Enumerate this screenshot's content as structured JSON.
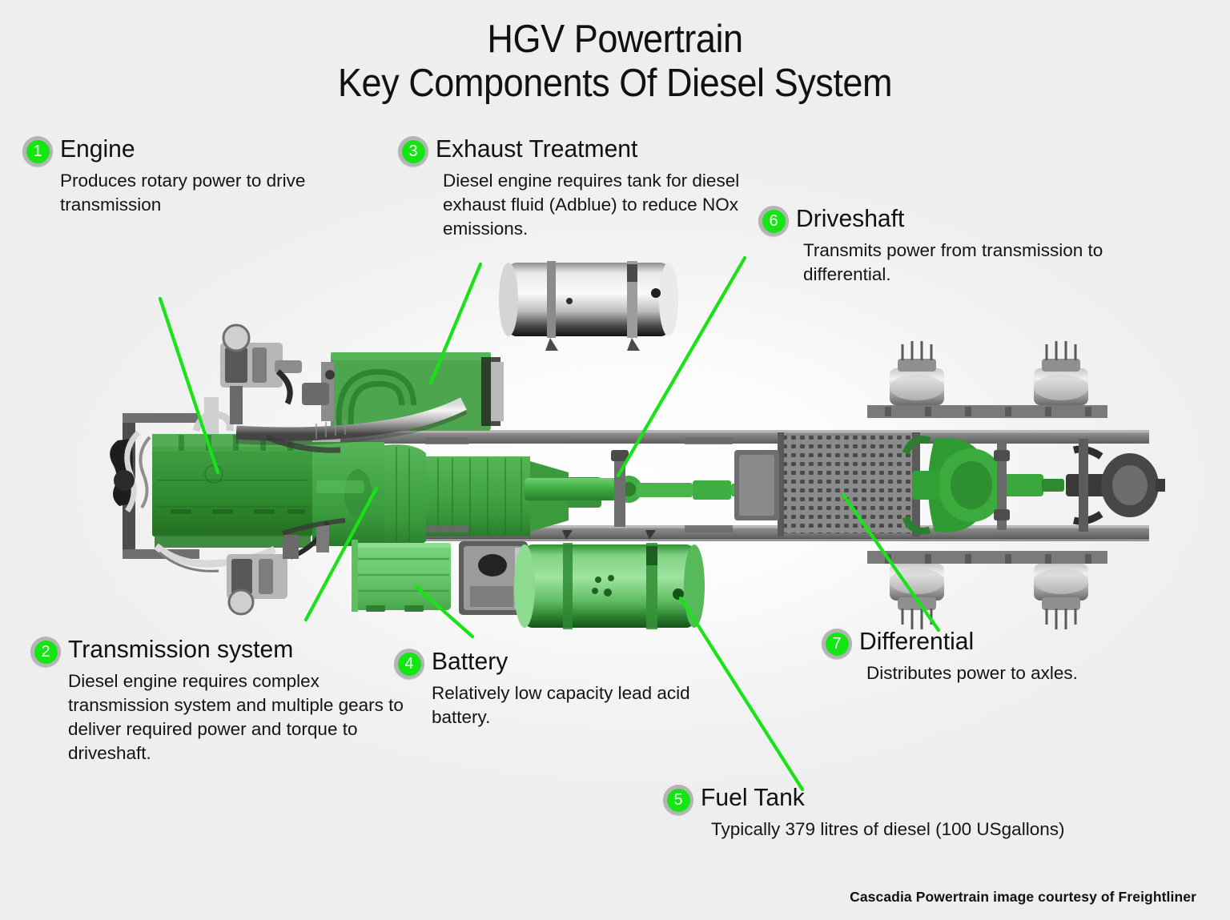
{
  "title": {
    "line1": "HGV Powertrain",
    "line2": "Key Components Of  Diesel System"
  },
  "colors": {
    "badge_green": "#14e614",
    "badge_ring": "#b4b4b4",
    "leader_green": "#19e219",
    "part_green_dark": "#2e8b2e",
    "part_green_light": "#6fcf6f",
    "background": "#f0f0f0",
    "text": "#111111"
  },
  "callouts": [
    {
      "number": "1",
      "title": "Engine",
      "description": "Produces rotary power to drive transmission"
    },
    {
      "number": "2",
      "title": "Transmission system",
      "description": "Diesel engine requires complex transmission system and multiple gears to deliver required power and torque to driveshaft."
    },
    {
      "number": "3",
      "title": "Exhaust Treatment",
      "description": "Diesel engine requires tank for diesel exhaust fluid (Adblue) to reduce NOx emissions."
    },
    {
      "number": "4",
      "title": "Battery",
      "description": "Relatively low capacity lead acid battery."
    },
    {
      "number": "5",
      "title": "Fuel Tank",
      "description": "Typically 379 litres of diesel (100 USgallons)"
    },
    {
      "number": "6",
      "title": "Driveshaft",
      "description": "Transmits power from transmission to differential."
    },
    {
      "number": "7",
      "title": "Differential",
      "description": "Distributes power to axles."
    }
  ],
  "credit": "Cascadia Powertrain image courtesy of  Freightliner",
  "diagram": {
    "subject": "Freightliner Cascadia heavy goods vehicle chassis, top-down view",
    "highlighted_parts": [
      "engine",
      "transmission",
      "exhaust-aftertreatment-unit",
      "battery-box",
      "fuel-tank",
      "driveshaft",
      "differential"
    ],
    "greyscale_parts": [
      "chassis-frame-rails",
      "air-tank",
      "def-tank",
      "cross-members",
      "front-axle",
      "rear-tandem-axles",
      "wheel-hubs",
      "exhaust-piping",
      "steering-linkage"
    ]
  }
}
